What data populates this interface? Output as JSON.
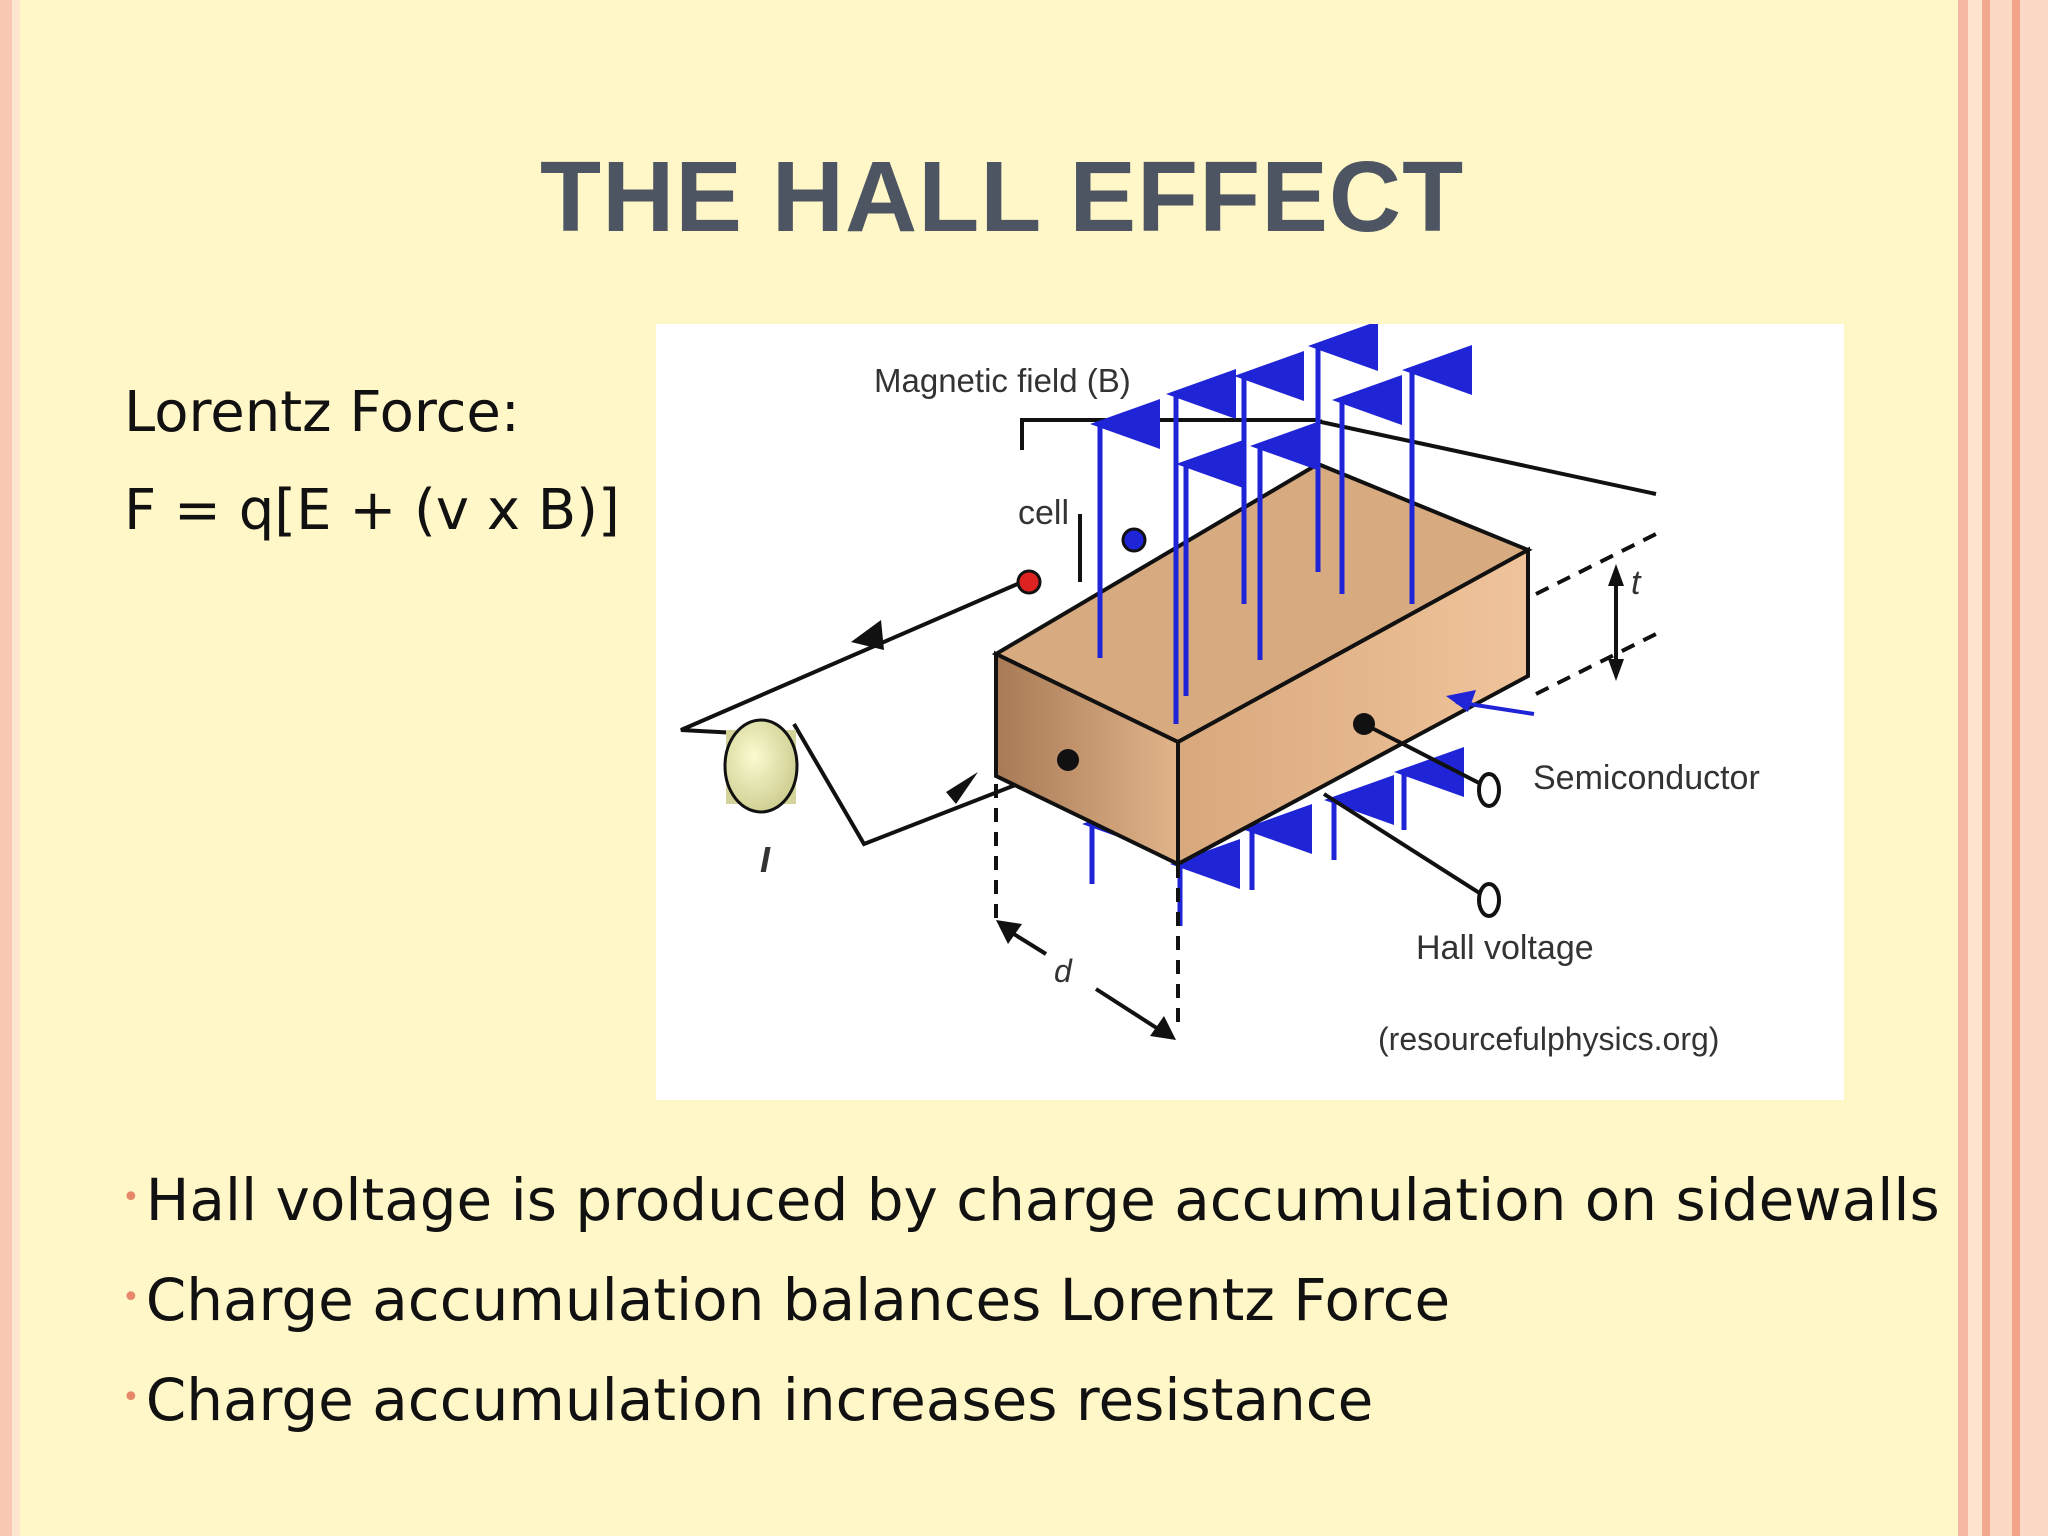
{
  "slide": {
    "title": "THE HALL EFFECT",
    "formula_label": "Lorentz Force:",
    "formula": "F = q[E + (v x B)]"
  },
  "figure": {
    "label_field": "Magnetic field (B)",
    "label_cell": "cell",
    "label_semiconductor": "Semiconductor",
    "label_hall_voltage": "Hall voltage",
    "label_current": "I",
    "label_d": "d",
    "label_t": "t",
    "credit": "(resourcefulphysics.org)"
  },
  "bullets": [
    "Hall voltage is produced by charge accumulation on sidewalls",
    "Charge accumulation balances Lorentz Force",
    "Charge accumulation increases resistance"
  ],
  "colors": {
    "background": "#fff7c8",
    "title": "#4d5562",
    "bullet_marker": "#e8866a",
    "field_arrows": "#1f25d6",
    "block": "#d6a57c"
  },
  "icons": {
    "bullet": "small-dot"
  }
}
